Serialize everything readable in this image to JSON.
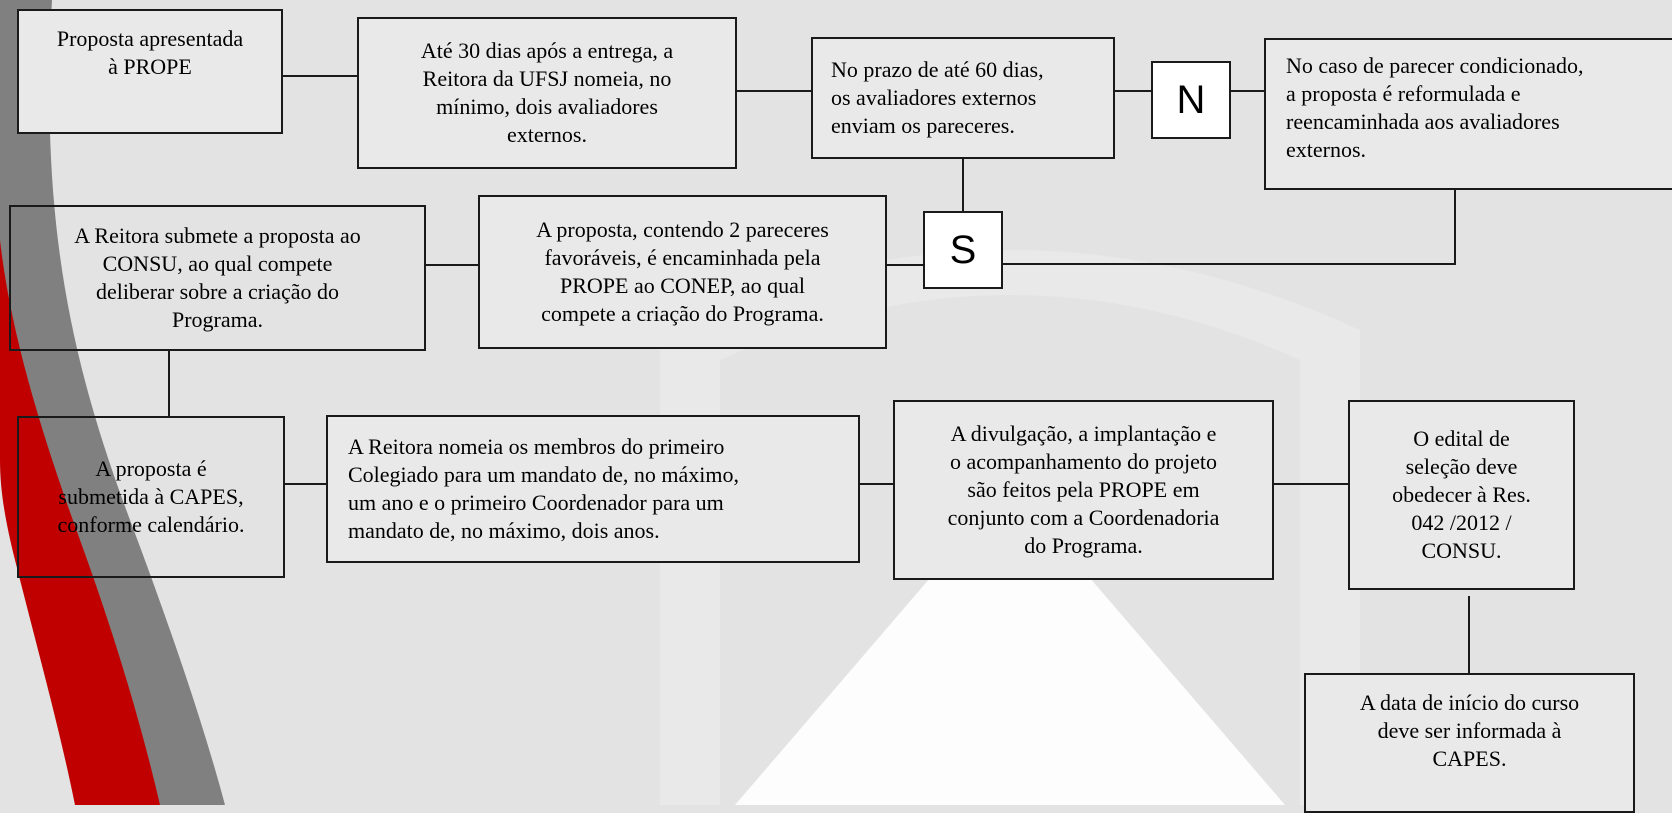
{
  "theme": {
    "background": "#e3e3e3",
    "box_fill": "#e9e9e9",
    "line_color": "#1a1a1a",
    "accent_red": "#c00000",
    "accent_gray": "#808080"
  },
  "flow": {
    "step1": "Proposta apresentada\nà PROPE",
    "step2": "Até 30 dias após a entrega, a\nReitora da UFSJ nomeia, no\nmínimo, dois avaliadores\nexternos.",
    "step3": "No prazo de até 60 dias,\nos avaliadores externos\nenviam os pareceres.",
    "decision_no": "N",
    "step_no": "No caso de parecer condicionado,\na proposta é reformulada e\nreencaminhada aos avaliadores\nexternos.",
    "decision_yes": "S",
    "step4": "A proposta, contendo 2 pareceres\nfavoráveis, é encaminhada pela\nPROPE ao CONEP, ao qual\ncompete a criação do Programa.",
    "step5": "A Reitora submete a proposta ao\nCONSU, ao qual compete\ndeliberar sobre a criação do\nPrograma.",
    "step6": "A proposta é\nsubmetida à CAPES,\nconforme calendário.",
    "step7": "A Reitora nomeia os membros do primeiro\nColegiado para um mandato de, no máximo,\num ano e o primeiro Coordenador para um\nmandato de, no máximo, dois anos.",
    "step8": "A divulgação, a implantação e\no acompanhamento do projeto\nsão feitos pela PROPE em\nconjunto com a Coordenadoria\ndo Programa.",
    "step9": "O edital de\nseleção deve\nobedecer à Res.\n042 /2012 /\nCONSU.",
    "step10": "A data de início do curso\ndeve ser informada à\nCAPES."
  }
}
